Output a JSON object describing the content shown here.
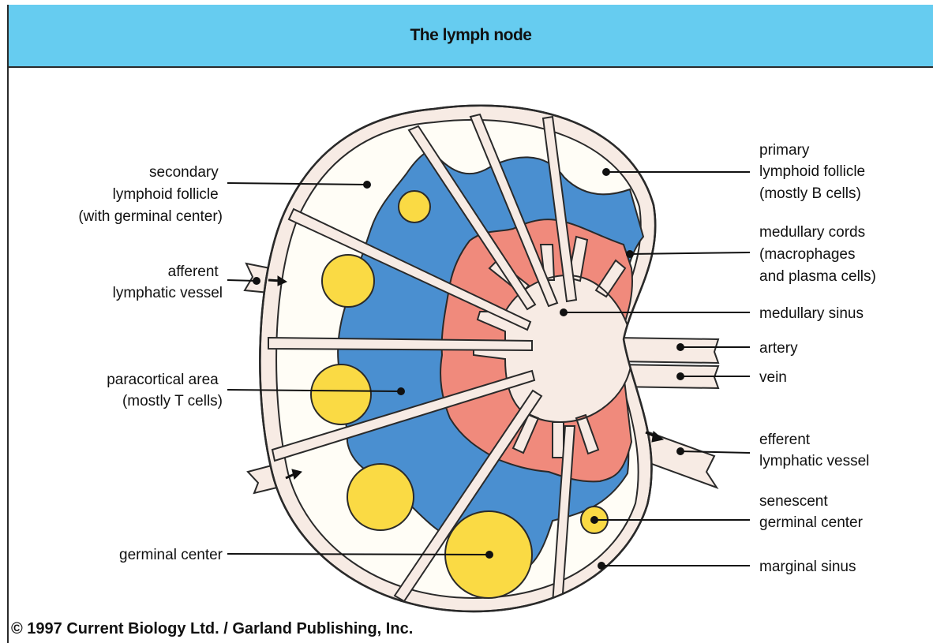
{
  "title": "The lymph node",
  "copyright": "© 1997 Current Biology Ltd. / Garland Publishing, Inc.",
  "labels": {
    "secondary_follicle": [
      "secondary",
      "lymphoid follicle",
      "(with germinal center)"
    ],
    "afferent_vessel": [
      "afferent",
      "lymphatic vessel"
    ],
    "paracortical_area": [
      "paracortical area",
      "(mostly T cells)"
    ],
    "germinal_center": [
      "germinal center"
    ],
    "primary_follicle": [
      "primary",
      "lymphoid follicle",
      "(mostly B cells)"
    ],
    "medullary_cords": [
      "medullary cords",
      "(macrophages",
      "and plasma cells)"
    ],
    "medullary_sinus": [
      "medullary sinus"
    ],
    "artery": [
      "artery"
    ],
    "vein": [
      "vein"
    ],
    "efferent_vessel": [
      "efferent",
      "lymphatic vessel"
    ],
    "senescent_center": [
      "senescent",
      "germinal center"
    ],
    "marginal_sinus": [
      "marginal sinus"
    ]
  },
  "colors": {
    "header": "#66ccf0",
    "capsule": "#f7ebe4",
    "paracortex": "#4a8fd0",
    "medulla": "#f08a7c",
    "follicle": "#fffdf6",
    "germinal_center": "#fada44",
    "outline": "#2a2a2a"
  }
}
